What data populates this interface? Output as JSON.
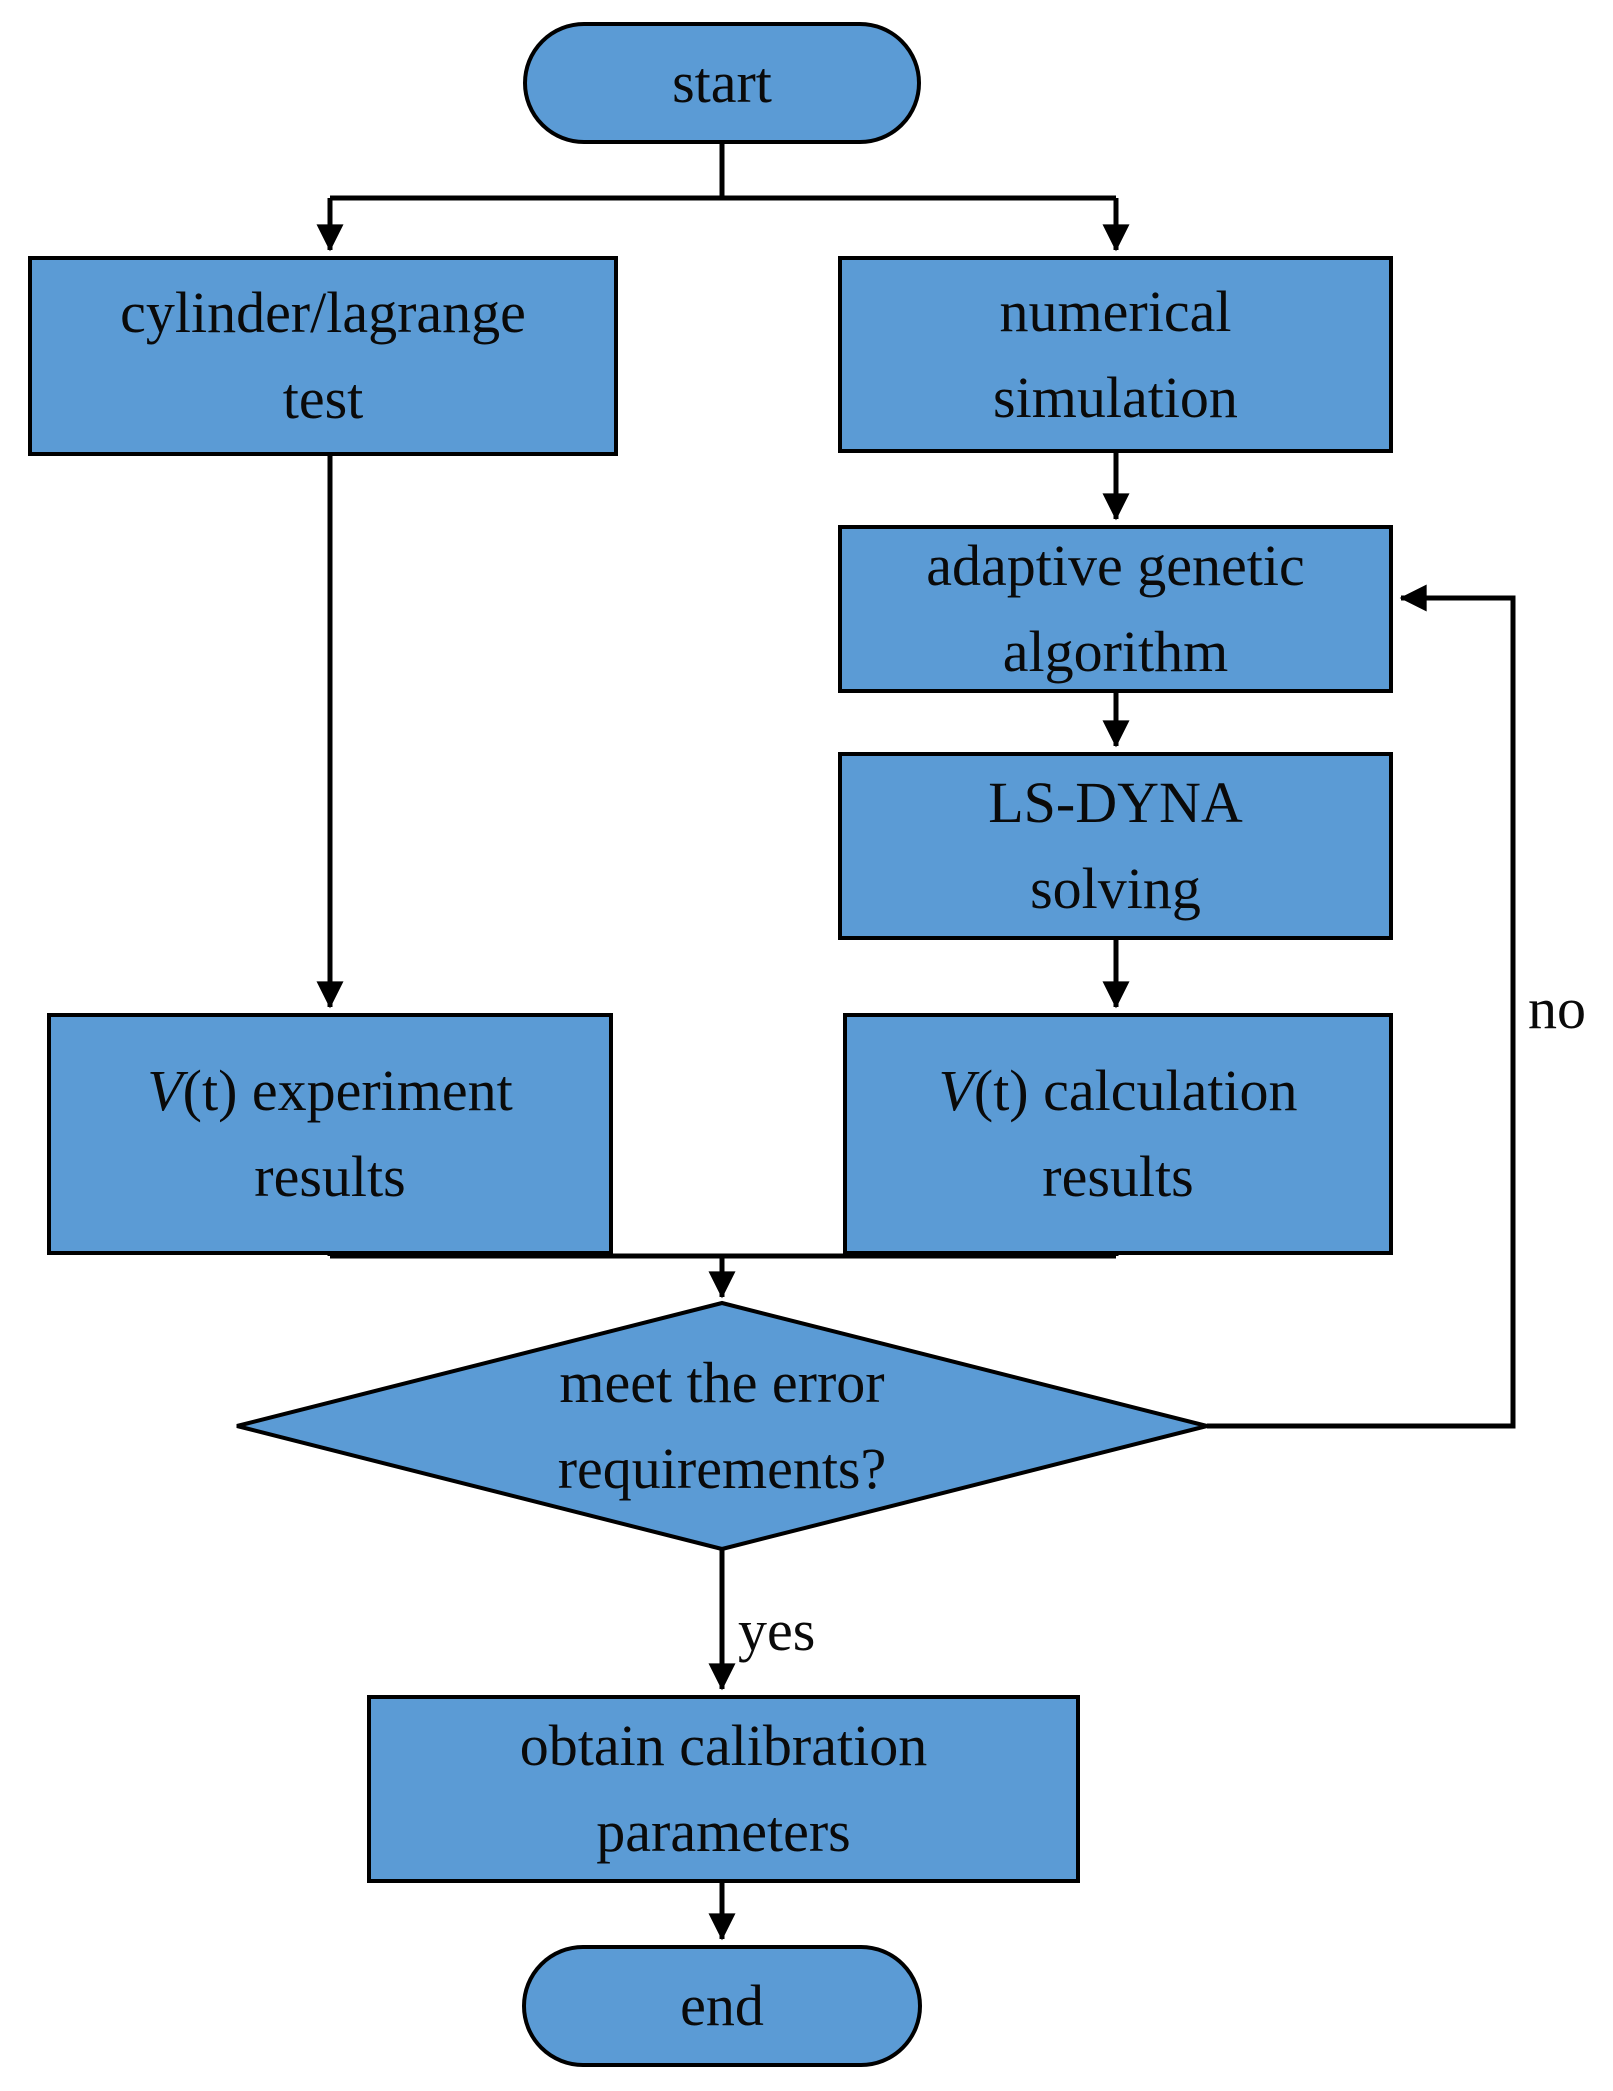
{
  "figure": {
    "type": "flowchart",
    "node_fill_color": "#5b9bd5",
    "border_color": "#000000",
    "background_color": "#ffffff",
    "text_color": "#0a0a0a"
  },
  "nodes": {
    "start": {
      "label": "start"
    },
    "cylinder_test": {
      "line1": "cylinder/lagrange",
      "line2": "test"
    },
    "numerical_simulation": {
      "line1": "numerical",
      "line2": "simulation"
    },
    "adaptive_genetic": {
      "line1": "adaptive genetic",
      "line2": "algorithm"
    },
    "ls_dyna": {
      "line1": "LS-DYNA",
      "line2": "solving"
    },
    "v_experiment": {
      "italic": "V",
      "line1_rest": "(t) experiment",
      "line2": "results"
    },
    "v_calculation": {
      "italic": "V",
      "line1_rest": "(t) calculation",
      "line2": "results"
    },
    "decision": {
      "line1": "meet the error",
      "line2": "requirements?"
    },
    "obtain": {
      "line1": "obtain calibration",
      "line2": "parameters"
    },
    "end": {
      "label": "end"
    }
  },
  "edge_labels": {
    "yes": "yes",
    "no": "no"
  }
}
